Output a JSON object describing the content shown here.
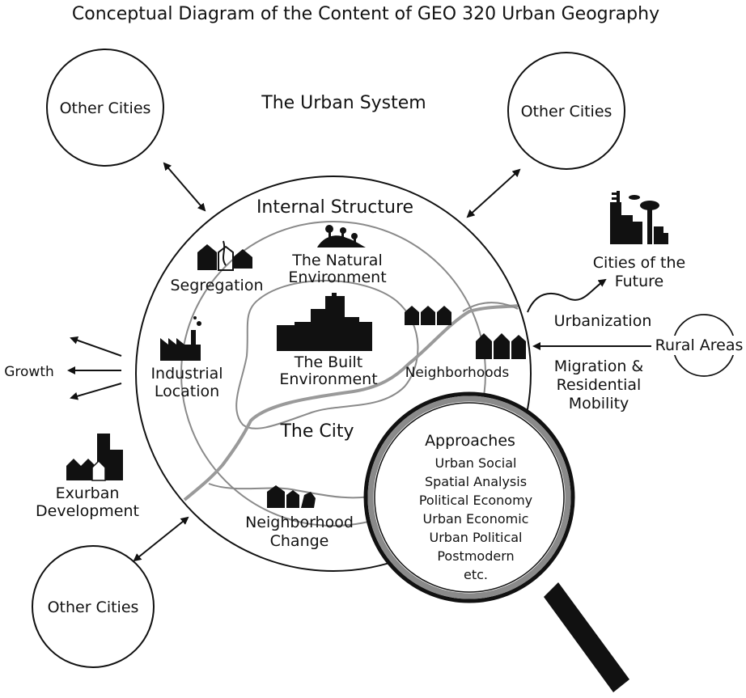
{
  "diagram": {
    "title": "Conceptual Diagram of the Content of GEO 320 Urban Geography",
    "urban_system_label": "The Urban System",
    "other_cities_top_left": "Other Cities",
    "other_cities_top_right": "Other Cities",
    "other_cities_bottom_left": "Other Cities",
    "internal_structure": "Internal Structure",
    "the_city": "The City",
    "segregation": "Segregation",
    "natural_environment": [
      "The Natural",
      "Environment"
    ],
    "built_environment": [
      "The Built",
      "Environment"
    ],
    "industrial_location": [
      "Industrial",
      "Location"
    ],
    "neighborhoods": "Neighborhoods",
    "neighborhood_change": [
      "Neighborhood",
      "Change"
    ],
    "growth": "Growth",
    "exurban_development": [
      "Exurban",
      "Development"
    ],
    "cities_of_future": [
      "Cities of the",
      "Future"
    ],
    "urbanization": "Urbanization",
    "rural_areas": "Rural Areas",
    "migration": [
      "Migration &",
      "Residential",
      "Mobility"
    ],
    "approaches_title": "Approaches",
    "approaches": [
      "Urban Social",
      "Spatial Analysis",
      "Political Economy",
      "Urban Economic",
      "Urban Political",
      "Postmodern",
      "etc."
    ]
  },
  "icons": {
    "segregation": "houses-icon",
    "natural_environment": "hill-trees-icon",
    "built_environment": "skyline-icon",
    "industrial_location": "factory-icon",
    "neighborhoods": "row-houses-icon",
    "neighborhood_change": "changing-houses-icon",
    "exurban_development": "exurban-buildings-icon",
    "cities_of_future": "futuristic-city-icon",
    "magnifier": "magnifying-glass-icon"
  },
  "colors": {
    "ink": "#111111",
    "gray_line": "#8a8a8a",
    "background": "#ffffff"
  }
}
